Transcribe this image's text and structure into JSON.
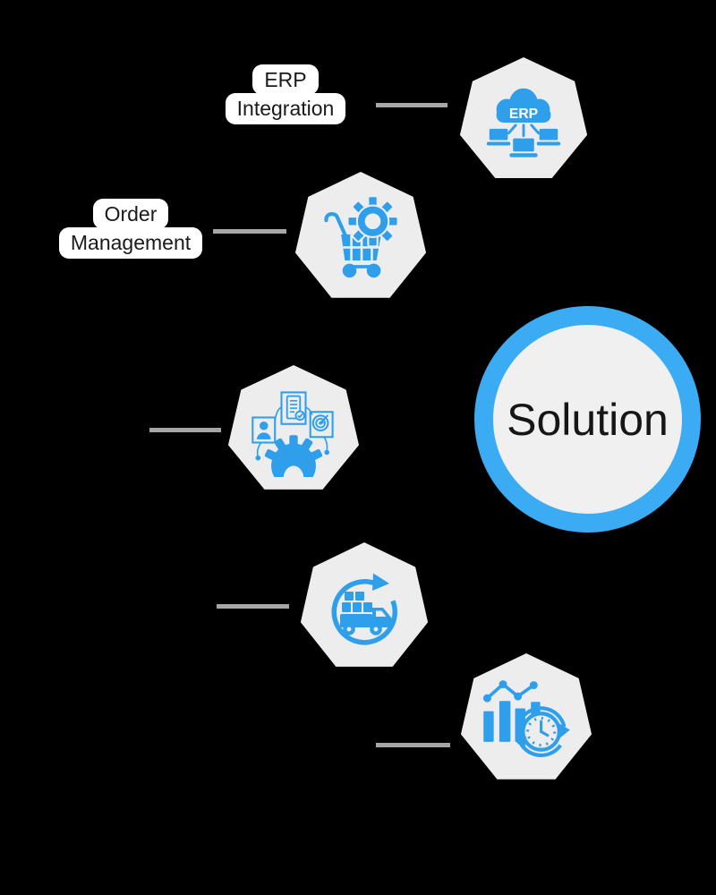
{
  "colors": {
    "background": "#000000",
    "accent_blue": "#3BACF4",
    "icon_blue": "#2F9FEC",
    "heptagon_fill": "#EDEDED",
    "connector_gray": "#A6A6A6",
    "label_bg": "#FFFFFF",
    "label_text": "#1A1A1A",
    "solution_fill": "#F0F0F0",
    "solution_text": "#161616"
  },
  "center": {
    "label": "Solution"
  },
  "nodes": [
    {
      "id": "erp-integration",
      "label_lines": [
        "ERP",
        "Integration"
      ],
      "icon": "erp-cloud-network-icon",
      "icon_text": "ERP"
    },
    {
      "id": "order-management",
      "label_lines": [
        "Order",
        "Management"
      ],
      "icon": "cart-gear-icon"
    },
    {
      "id": "process-workflow",
      "label_lines": [],
      "icon": "workflow-gear-icon"
    },
    {
      "id": "delivery-cycle",
      "label_lines": [],
      "icon": "truck-cycle-icon"
    },
    {
      "id": "analytics-time",
      "label_lines": [],
      "icon": "chart-clock-icon"
    }
  ]
}
